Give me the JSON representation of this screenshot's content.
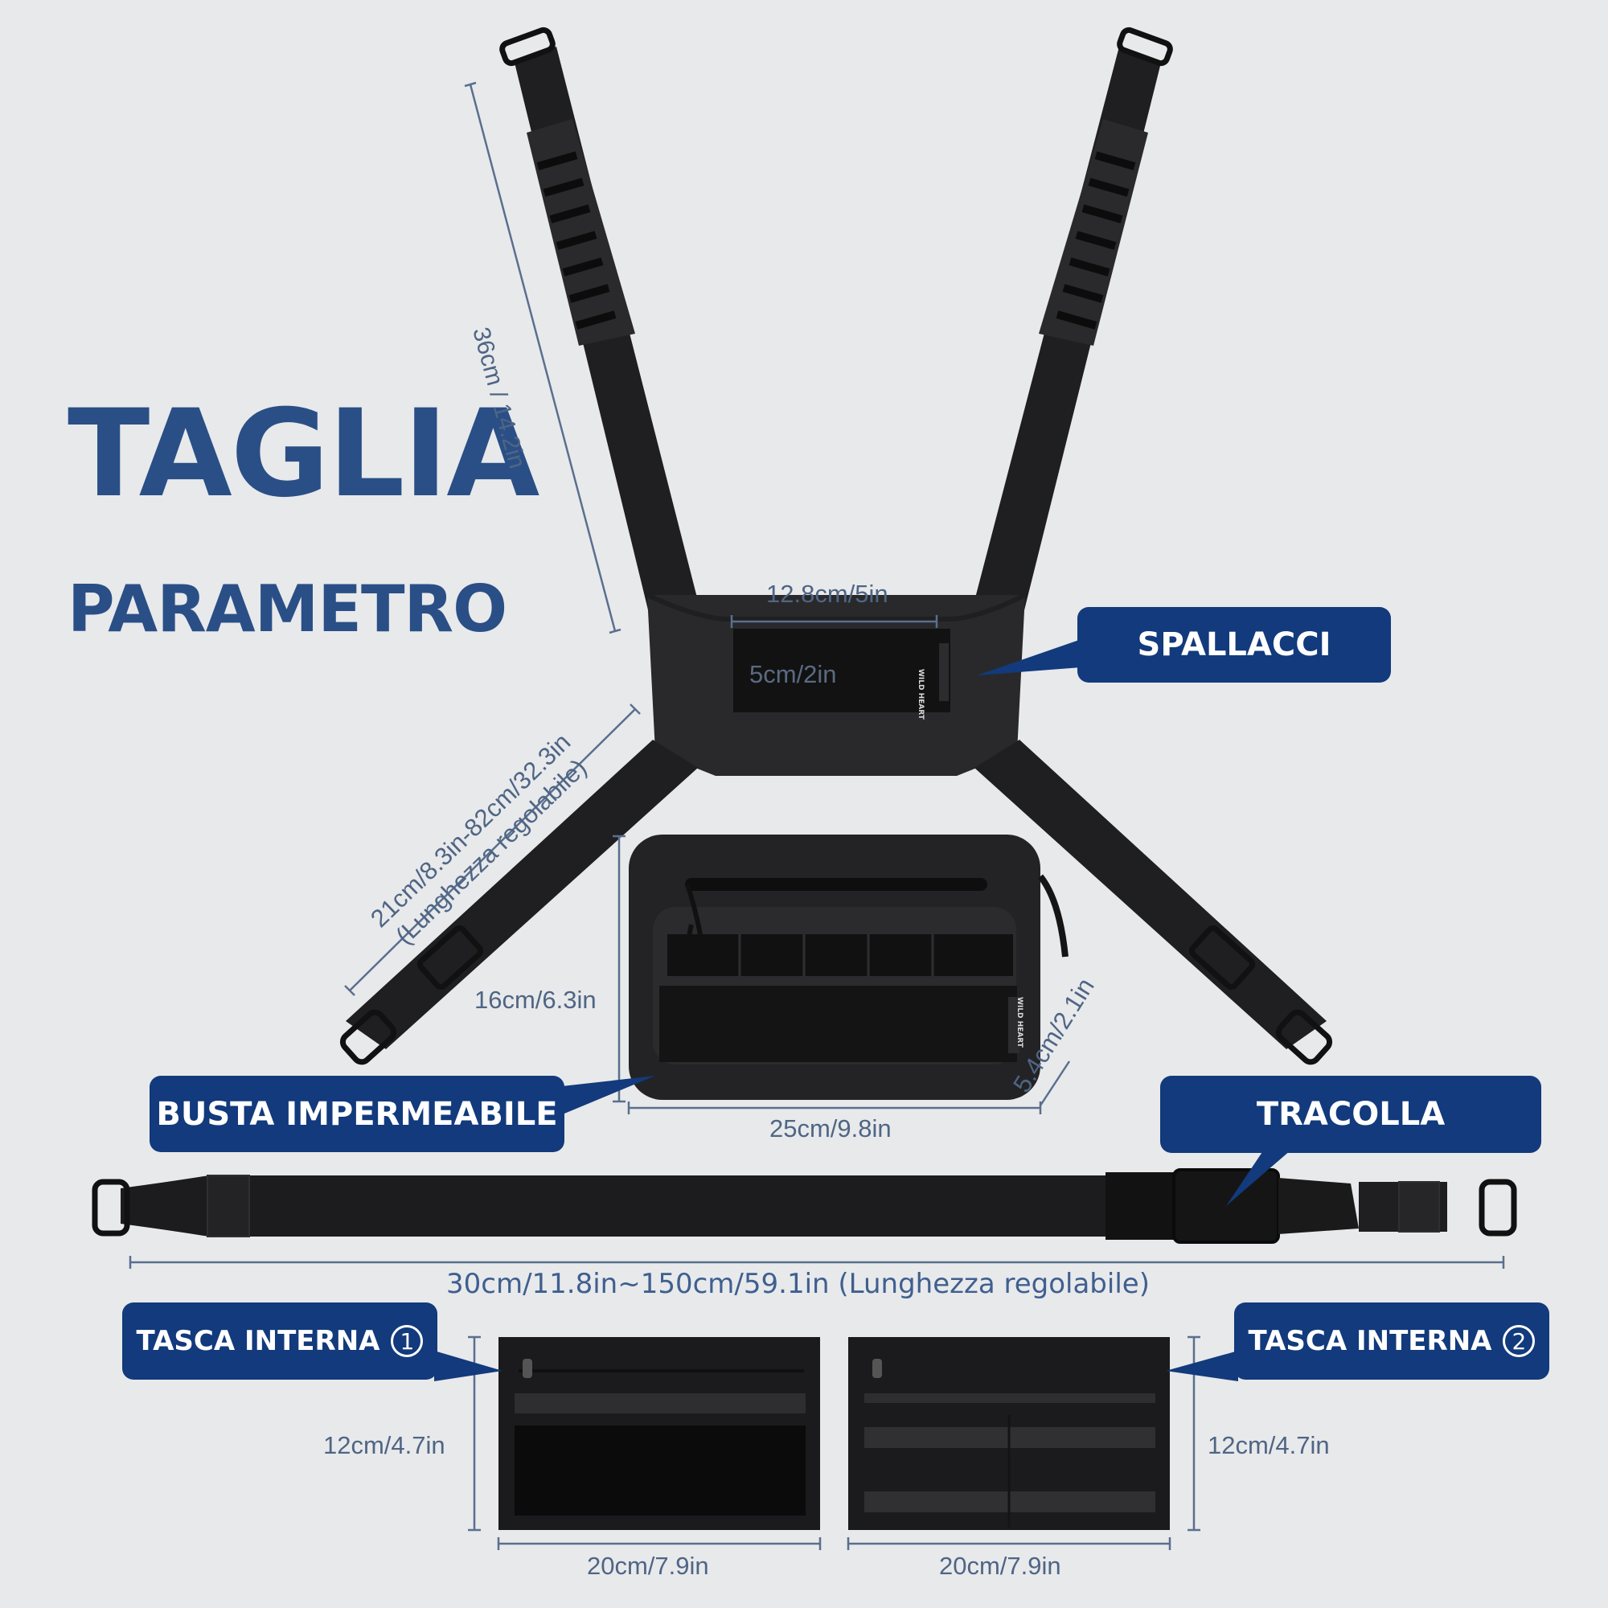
{
  "title": "TAGLIA",
  "subtitle": "PARAMETRO",
  "dimensions": {
    "shoulder_length": "36cm / 14.2in",
    "chest_width": "12.8cm/5in",
    "patch_height": "5cm/2in",
    "strap_adjust_line1": "21cm/8.3in-82cm/32.3in",
    "strap_adjust_line2": "(Lunghezza regolabile)",
    "pouch_height": "16cm/6.3in",
    "pouch_width": "25cm/9.8in",
    "pouch_depth": "5.4cm/2.1in",
    "shoulder_strap_length": "30cm/11.8in~150cm/59.1in (Lunghezza regolabile)",
    "pocket1_height": "12cm/4.7in",
    "pocket1_width": "20cm/7.9in",
    "pocket2_height": "12cm/4.7in",
    "pocket2_width": "20cm/7.9in"
  },
  "labels": {
    "shoulders": "SPALLACCI",
    "pouch": "BUSTA IMPERMEABILE",
    "strap": "TRACOLLA",
    "pocket1": "TASCA INTERNA",
    "pocket1_num": "1",
    "pocket2": "TASCA INTERNA",
    "pocket2_num": "2"
  },
  "brand": "WILD HEART",
  "colors": {
    "accent": "#123a7c",
    "title": "#2a4f86",
    "dimension_text": "#4f6584",
    "product": "#1c1c1e",
    "background": "#e8e9eb"
  }
}
